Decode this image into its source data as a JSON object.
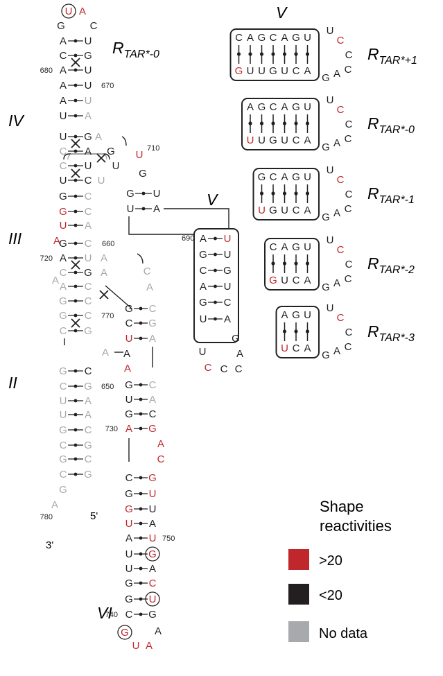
{
  "colors": {
    "high": "#c0272d",
    "low": "#231f20",
    "nodata": "#a7a9ac"
  },
  "region_labels": {
    "IV": "IV",
    "III": "III",
    "II": "II",
    "VI": "VI",
    "V_main": "V",
    "V_panel": "V"
  },
  "main_title": {
    "base": "R",
    "sub": "TAR*-0"
  },
  "main_structure": {
    "loop_top": [
      {
        "n": "U",
        "c": "high",
        "circled": true
      },
      {
        "n": "A",
        "c": "high"
      },
      {
        "n": "G",
        "c": "low"
      },
      {
        "n": "C",
        "c": "low"
      }
    ],
    "pairs_top": [
      {
        "l": "A",
        "lc": "low",
        "r": "U",
        "rc": "low"
      },
      {
        "l": "C",
        "lc": "low",
        "r": "G",
        "rc": "low"
      },
      {
        "l": "A",
        "lc": "low",
        "r": "U",
        "rc": "low"
      },
      {
        "l": "A",
        "lc": "low",
        "r": "U",
        "rc": "low"
      },
      {
        "l": "A",
        "lc": "low",
        "r": "U",
        "rc": "nodata"
      },
      {
        "l": "U",
        "lc": "low",
        "r": "A",
        "rc": "nodata"
      }
    ],
    "pairs_IV": [
      {
        "l": "U",
        "lc": "low",
        "r": "G",
        "rc": "low"
      },
      {
        "l": "C",
        "lc": "nodata",
        "r": "A",
        "rc": "low"
      },
      {
        "l": "C",
        "lc": "nodata",
        "r": "U",
        "rc": "low"
      },
      {
        "l": "U",
        "lc": "low",
        "r": "C",
        "rc": "low"
      }
    ],
    "inner_IV": [
      {
        "n": "A",
        "c": "nodata"
      },
      {
        "n": "G",
        "c": "low"
      },
      {
        "n": "U",
        "c": "low"
      },
      {
        "n": "U",
        "c": "nodata"
      }
    ],
    "branch_IV": [
      {
        "n": "U",
        "c": "high"
      },
      {
        "n": "G",
        "c": "low"
      }
    ],
    "branch_pairs": [
      {
        "l": "G",
        "lc": "low",
        "r": "U",
        "rc": "low"
      },
      {
        "l": "U",
        "lc": "low",
        "r": "A",
        "rc": "low"
      }
    ],
    "pairs_mid": [
      {
        "l": "G",
        "lc": "low",
        "r": "C",
        "rc": "nodata"
      },
      {
        "l": "G",
        "lc": "high",
        "r": "C",
        "rc": "nodata"
      },
      {
        "l": "U",
        "lc": "high",
        "r": "A",
        "rc": "nodata"
      }
    ],
    "bulge_A": {
      "n": "A",
      "c": "high"
    },
    "pairs_III": [
      {
        "l": "G",
        "lc": "low",
        "r": "C",
        "rc": "nodata"
      },
      {
        "l": "A",
        "lc": "low",
        "r": "U",
        "rc": "nodata"
      },
      {
        "l": "C",
        "lc": "nodata",
        "r": "G",
        "rc": "low"
      },
      {
        "l": "A",
        "lc": "nodata",
        "r": "C",
        "rc": "nodata"
      },
      {
        "l": "G",
        "lc": "nodata",
        "r": "C",
        "rc": "nodata"
      },
      {
        "l": "G",
        "lc": "nodata",
        "r": "C",
        "rc": "nodata"
      },
      {
        "l": "C",
        "lc": "nodata",
        "r": "G",
        "rc": "nodata"
      }
    ],
    "inner_III": [
      {
        "n": "A",
        "c": "nodata"
      },
      {
        "n": "A",
        "c": "nodata"
      },
      {
        "n": "C",
        "c": "nodata"
      },
      {
        "n": "A",
        "c": "nodata"
      },
      {
        "n": "A",
        "c": "nodata"
      }
    ],
    "extra_A": {
      "n": "A",
      "c": "nodata"
    },
    "right_stem_pairs": [
      {
        "l": "G",
        "lc": "low",
        "r": "C",
        "rc": "nodata"
      },
      {
        "l": "C",
        "lc": "low",
        "r": "G",
        "rc": "nodata"
      },
      {
        "l": "U",
        "lc": "high",
        "r": "A",
        "rc": "nodata"
      }
    ],
    "pairs_II": [
      {
        "l": "G",
        "lc": "nodata",
        "r": "C",
        "rc": "low"
      },
      {
        "l": "C",
        "lc": "nodata",
        "r": "G",
        "rc": "nodata"
      },
      {
        "l": "U",
        "lc": "nodata",
        "r": "A",
        "rc": "nodata"
      },
      {
        "l": "U",
        "lc": "nodata",
        "r": "A",
        "rc": "nodata"
      },
      {
        "l": "G",
        "lc": "nodata",
        "r": "C",
        "rc": "nodata"
      },
      {
        "l": "C",
        "lc": "nodata",
        "r": "G",
        "rc": "nodata"
      },
      {
        "l": "G",
        "lc": "nodata",
        "r": "C",
        "rc": "nodata"
      },
      {
        "l": "C",
        "lc": "nodata",
        "r": "G",
        "rc": "nodata"
      }
    ],
    "tail_3p": [
      {
        "n": "G",
        "c": "nodata"
      },
      {
        "n": "A",
        "c": "nodata"
      }
    ],
    "end_labels": {
      "five": "5'",
      "three": "3'"
    },
    "bulge_A2": {
      "n": "A",
      "c": "high"
    },
    "pairs_right_II": [
      {
        "l": "G",
        "lc": "low",
        "r": "C",
        "rc": "nodata"
      },
      {
        "l": "U",
        "lc": "low",
        "r": "A",
        "rc": "nodata"
      },
      {
        "l": "G",
        "lc": "low",
        "r": "C",
        "rc": "low"
      },
      {
        "l": "A",
        "lc": "high",
        "r": "G",
        "rc": "high"
      }
    ],
    "bulge_AC": [
      {
        "n": "A",
        "c": "high"
      },
      {
        "n": "C",
        "c": "high"
      }
    ],
    "pairs_VI": [
      {
        "l": "C",
        "lc": "low",
        "r": "G",
        "rc": "high"
      },
      {
        "l": "G",
        "lc": "low",
        "r": "U",
        "rc": "high"
      },
      {
        "l": "G",
        "lc": "high",
        "r": "U",
        "rc": "low"
      },
      {
        "l": "U",
        "lc": "high",
        "r": "A",
        "rc": "low"
      },
      {
        "l": "A",
        "lc": "low",
        "r": "U",
        "rc": "high"
      },
      {
        "l": "U",
        "lc": "low",
        "r": "G",
        "rc": "high",
        "rcirc": true
      },
      {
        "l": "U",
        "lc": "low",
        "r": "A",
        "rc": "low"
      },
      {
        "l": "G",
        "lc": "low",
        "r": "C",
        "rc": "high"
      },
      {
        "l": "G",
        "lc": "low",
        "r": "U",
        "rc": "high",
        "rcirc": true
      },
      {
        "l": "C",
        "lc": "low",
        "r": "G",
        "rc": "low"
      }
    ],
    "loop_VI": [
      {
        "n": "G",
        "c": "high",
        "circled": true
      },
      {
        "n": "U",
        "c": "high"
      },
      {
        "n": "A",
        "c": "high"
      },
      {
        "n": "A",
        "c": "low"
      }
    ],
    "hairpin_V_pairs": [
      {
        "l": "A",
        "lc": "low",
        "r": "U",
        "rc": "high"
      },
      {
        "l": "G",
        "lc": "low",
        "r": "U",
        "rc": "low"
      },
      {
        "l": "C",
        "lc": "low",
        "r": "G",
        "rc": "low"
      },
      {
        "l": "A",
        "lc": "low",
        "r": "U",
        "rc": "low"
      },
      {
        "l": "G",
        "lc": "low",
        "r": "C",
        "rc": "low"
      },
      {
        "l": "U",
        "lc": "low",
        "r": "A",
        "rc": "low"
      }
    ],
    "hairpin_V_loop": [
      {
        "n": "U",
        "c": "low"
      },
      {
        "n": "C",
        "c": "high"
      },
      {
        "n": "C",
        "c": "low"
      },
      {
        "n": "C",
        "c": "low"
      },
      {
        "n": "A",
        "c": "low"
      },
      {
        "n": "G",
        "c": "low"
      }
    ],
    "numbers": {
      "n680": "680",
      "n670": "670",
      "n710": "710",
      "n690": "690",
      "n660": "660",
      "n720": "720",
      "n770": "770",
      "n650": "650",
      "n730": "730",
      "n780": "780",
      "n750": "750",
      "n740": "740"
    }
  },
  "panels": [
    {
      "label_base": "R",
      "label_sub": "TAR*+1",
      "top": [
        {
          "n": "C",
          "c": "low"
        },
        {
          "n": "A",
          "c": "low"
        },
        {
          "n": "G",
          "c": "low"
        },
        {
          "n": "C",
          "c": "low"
        },
        {
          "n": "A",
          "c": "low"
        },
        {
          "n": "G",
          "c": "low"
        },
        {
          "n": "U",
          "c": "low"
        }
      ],
      "bottom": [
        {
          "n": "G",
          "c": "high"
        },
        {
          "n": "U",
          "c": "low"
        },
        {
          "n": "U",
          "c": "low"
        },
        {
          "n": "G",
          "c": "low"
        },
        {
          "n": "U",
          "c": "low"
        },
        {
          "n": "C",
          "c": "low"
        },
        {
          "n": "A",
          "c": "low"
        }
      ]
    },
    {
      "label_base": "R",
      "label_sub": "TAR*-0",
      "top": [
        {
          "n": "A",
          "c": "low"
        },
        {
          "n": "G",
          "c": "low"
        },
        {
          "n": "C",
          "c": "low"
        },
        {
          "n": "A",
          "c": "low"
        },
        {
          "n": "G",
          "c": "low"
        },
        {
          "n": "U",
          "c": "low"
        }
      ],
      "bottom": [
        {
          "n": "U",
          "c": "high"
        },
        {
          "n": "U",
          "c": "low"
        },
        {
          "n": "G",
          "c": "low"
        },
        {
          "n": "U",
          "c": "low"
        },
        {
          "n": "C",
          "c": "low"
        },
        {
          "n": "A",
          "c": "low"
        }
      ]
    },
    {
      "label_base": "R",
      "label_sub": "TAR*-1",
      "top": [
        {
          "n": "G",
          "c": "low"
        },
        {
          "n": "C",
          "c": "low"
        },
        {
          "n": "A",
          "c": "low"
        },
        {
          "n": "G",
          "c": "low"
        },
        {
          "n": "U",
          "c": "low"
        }
      ],
      "bottom": [
        {
          "n": "U",
          "c": "high"
        },
        {
          "n": "G",
          "c": "low"
        },
        {
          "n": "U",
          "c": "low"
        },
        {
          "n": "C",
          "c": "low"
        },
        {
          "n": "A",
          "c": "low"
        }
      ]
    },
    {
      "label_base": "R",
      "label_sub": "TAR*-2",
      "top": [
        {
          "n": "C",
          "c": "low"
        },
        {
          "n": "A",
          "c": "low"
        },
        {
          "n": "G",
          "c": "low"
        },
        {
          "n": "U",
          "c": "low"
        }
      ],
      "bottom": [
        {
          "n": "G",
          "c": "high"
        },
        {
          "n": "U",
          "c": "low"
        },
        {
          "n": "C",
          "c": "low"
        },
        {
          "n": "A",
          "c": "low"
        }
      ]
    },
    {
      "label_base": "R",
      "label_sub": "TAR*-3",
      "top": [
        {
          "n": "A",
          "c": "low"
        },
        {
          "n": "G",
          "c": "low"
        },
        {
          "n": "U",
          "c": "low"
        }
      ],
      "bottom": [
        {
          "n": "U",
          "c": "high"
        },
        {
          "n": "C",
          "c": "low"
        },
        {
          "n": "A",
          "c": "low"
        }
      ]
    }
  ],
  "panel_loop": [
    {
      "n": "U",
      "c": "low"
    },
    {
      "n": "C",
      "c": "high"
    },
    {
      "n": "C",
      "c": "low"
    },
    {
      "n": "C",
      "c": "low"
    },
    {
      "n": "A",
      "c": "low"
    },
    {
      "n": "G",
      "c": "low"
    }
  ],
  "legend": {
    "title_line1": "Shape",
    "title_line2": "reactivities",
    "items": [
      {
        "key": "high",
        "label": ">20"
      },
      {
        "key": "low",
        "label": "<20"
      },
      {
        "key": "nodata",
        "label": "No data"
      }
    ]
  }
}
